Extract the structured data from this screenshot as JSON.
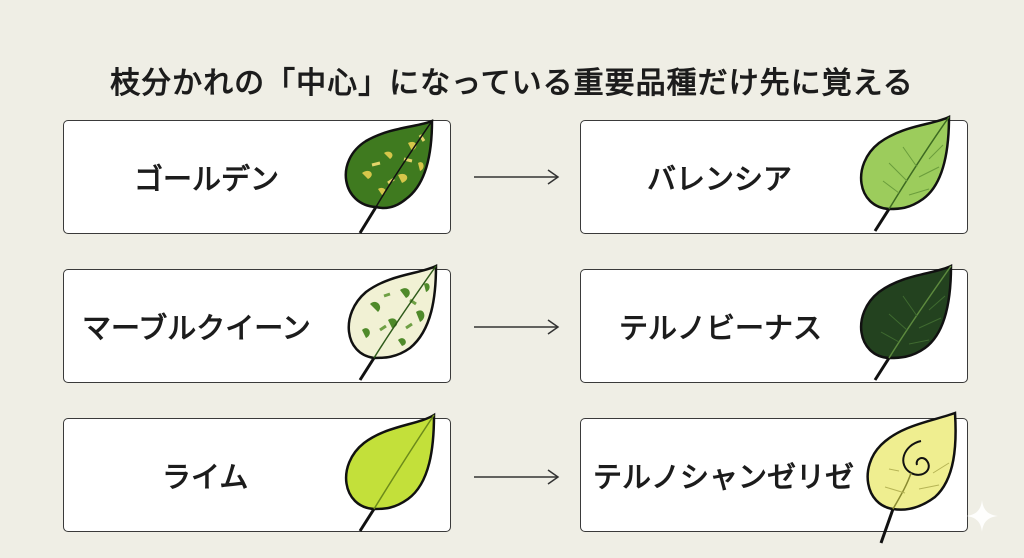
{
  "title": "枝分かれの「中心」になっている重要品種だけ先に覚える",
  "rows": [
    {
      "left": {
        "label": "ゴールデン",
        "leaf_icon": "leaf-golden-variegated-icon",
        "colors": [
          "#3f7a1f",
          "#d6c64a"
        ]
      },
      "right": {
        "label": "バレンシア",
        "leaf_icon": "leaf-valencia-icon",
        "colors": [
          "#9ccc5c"
        ]
      }
    },
    {
      "left": {
        "label": "マーブルクイーン",
        "leaf_icon": "leaf-marble-queen-icon",
        "colors": [
          "#f1f1d4",
          "#4f8a2a"
        ]
      },
      "right": {
        "label": "テルノビーナス",
        "leaf_icon": "leaf-tereno-venus-icon",
        "colors": [
          "#23421f"
        ]
      }
    },
    {
      "left": {
        "label": "ライム",
        "leaf_icon": "leaf-lime-icon",
        "colors": [
          "#c3e03a"
        ]
      },
      "right": {
        "label": "テルノシャンゼリゼ",
        "leaf_icon": "leaf-champs-elysees-icon",
        "colors": [
          "#efee90"
        ]
      }
    }
  ]
}
